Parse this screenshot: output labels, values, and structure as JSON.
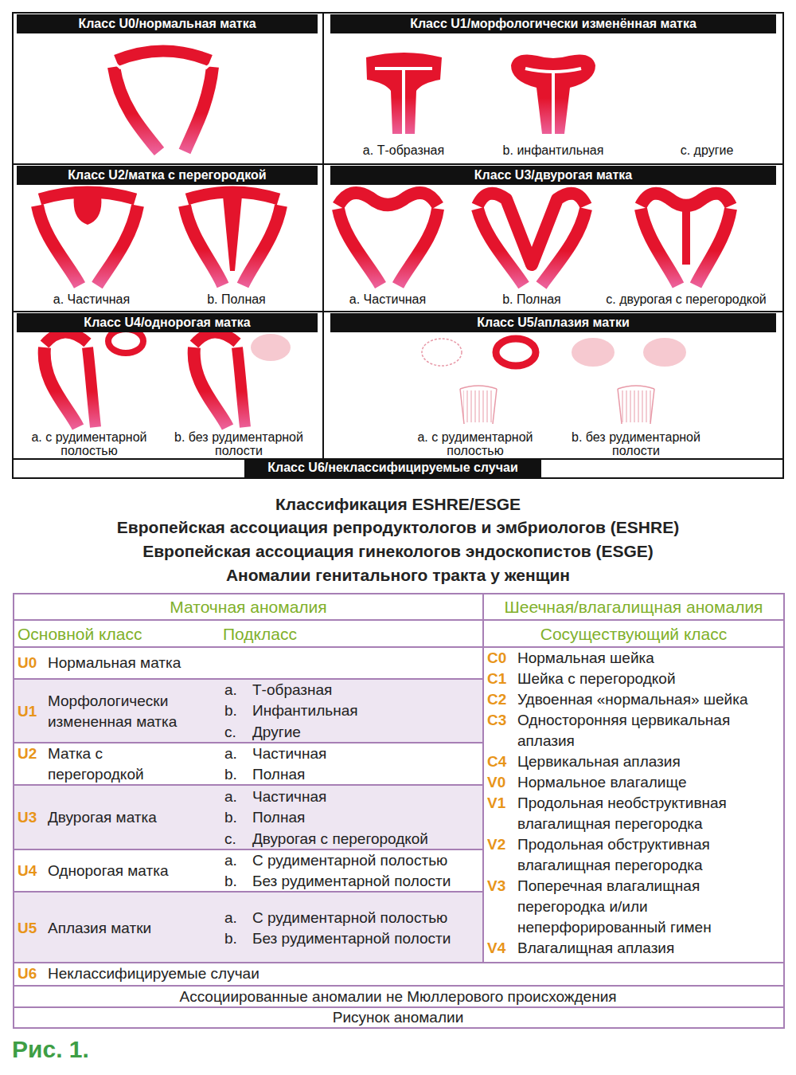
{
  "diagram": {
    "title": "Классификация ESHRE/ESGE",
    "caption": "Рис. 1.",
    "nodes": [
      {
        "text": [
          "Класс U0/нормальная матка"
        ]
      },
      {
        "text": [
          "Класс U1/морфологически изменённая матка",
          "a. Т-образная",
          "b. инфантильная",
          "c. другие"
        ]
      },
      {
        "text": [
          "Класс U2/матка с перегородкой",
          "a. Частичная",
          "b. Полная"
        ]
      },
      {
        "text": [
          "Класс U3/двурогая матка",
          "a. Частичная",
          "b. Полная",
          "c. двурогая с перегородкой"
        ]
      },
      {
        "text": [
          "Класс U4/однорогая матка",
          "a. с рудиментарной полостью",
          "b. без рудиментарной полости"
        ]
      },
      {
        "text": [
          "Класс U5/аплазия матки",
          "a. с рудиментарной полостью",
          "b. без рудиментарной полости"
        ]
      },
      {
        "text": [
          "Класс U6/неклассифицируемые случаи"
        ]
      }
    ],
    "labels": [
      "Европейская ассоциация репродуктологов и эмбриологов (ESHRE)",
      "Европейская ассоциация гинекологов эндоскопистов (ESGE)",
      "Аномалии генитального тракта у женщин",
      "Маточная аномалия",
      "Шеечная/влагалищная аномалия",
      "Основной класс",
      "Подкласс",
      "Сосуществующий класс",
      "U0",
      "Нормальная матка",
      "U1",
      "Морфологически измененная матка",
      "a.",
      "Т-образная",
      "b.",
      "Инфантильная",
      "c.",
      "Другие",
      "U2",
      "Матка с перегородкой",
      "a.",
      "Частичная",
      "b.",
      "Полная",
      "U3",
      "Двурогая матка",
      "a.",
      "Частичная",
      "b.",
      "Полная",
      "c.",
      "Двурогая с перегородкой",
      "U4",
      "Однорогая матка",
      "a.",
      "С рудиментарной полостью",
      "b.",
      "Без рудиментарной полости",
      "U5",
      "Аплазия матки",
      "a.",
      "С рудиментарной полостью",
      "b.",
      "Без рудиментарной полости",
      "C0",
      "Нормальная шейка",
      "C1",
      "Шейка с перегородкой",
      "C2",
      "Удвоенная «нормальная» шейка",
      "C3",
      "Односторонняя цервикальная аплазия",
      "C4",
      "Цервикальная аплазия",
      "V0",
      "Нормальное влагалище",
      "V1",
      "Продольная необструктивная влагалищная перегородка",
      "V2",
      "Продольная обструктивная влагалищная перегородка",
      "V3",
      "Поперечная влагалищная перегородка и/или неперфорированный гимен",
      "V4",
      "Влагалищная аплазия",
      "U6",
      "Неклассифицируемые случаи",
      "Ассоциированные аномалии не Мюллерового происхождения",
      "Рисунок аномалии"
    ]
  }
}
